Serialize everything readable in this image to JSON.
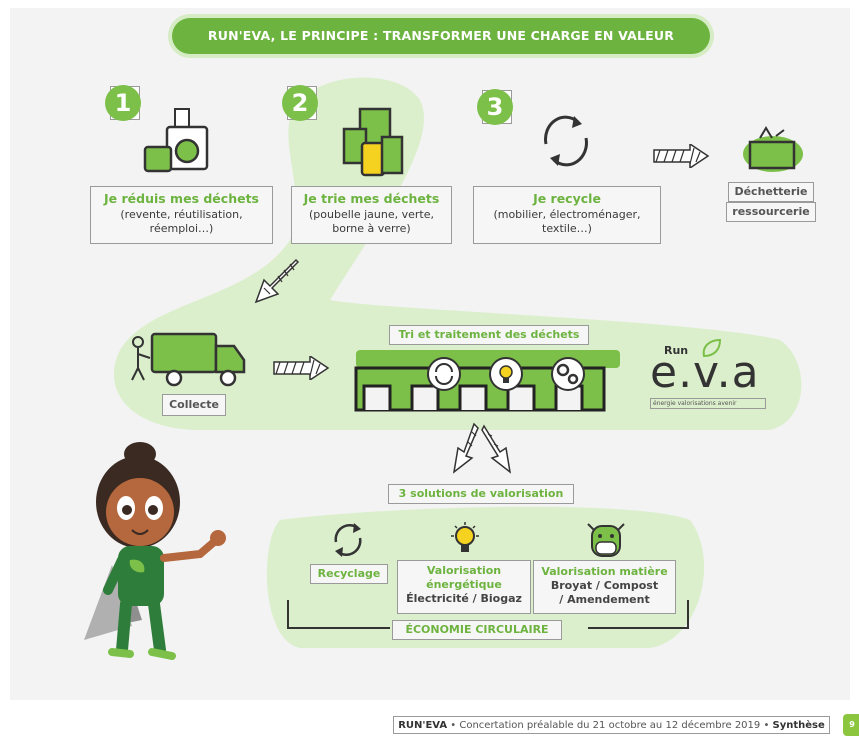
{
  "title": "RUN'EVA, LE PRINCIPE : TRANSFORMER UNE CHARGE EN VALEUR",
  "steps": [
    {
      "number": "1",
      "heading": "Je réduis mes déchets",
      "detail_1": "(revente, réutilisation,",
      "detail_2": "réemploi…)"
    },
    {
      "number": "2",
      "heading": "Je trie mes déchets",
      "detail_1": "(poubelle jaune, verte,",
      "detail_2": "borne à verre)"
    },
    {
      "number": "3",
      "heading": "Je recycle",
      "detail_1": "(mobilier, électroménager,",
      "detail_2": "textile…)"
    }
  ],
  "dechetterie": {
    "line1": "Déchetterie",
    "line2": "ressourcerie"
  },
  "collecte": "Collecte",
  "tri": "Tri et traitement des déchets",
  "logo": {
    "run": "Run",
    "eva": "e.v.a",
    "tagline": "énergie valorisations avenir"
  },
  "solutions_title": "3 solutions de valorisation",
  "solutions": [
    {
      "heading": "Recyclage"
    },
    {
      "heading_1": "Valorisation",
      "heading_2": "énergétique",
      "detail": "Électricité / Biogaz"
    },
    {
      "heading": "Valorisation matière",
      "detail_1": "Broyat / Compost",
      "detail_2": "/ Amendement"
    }
  ],
  "economie": "ÉCONOMIE CIRCULAIRE",
  "footer": {
    "brand": "RUN'EVA",
    "middle": " • Concertation préalable du 21 octobre au 12 décembre 2019 • ",
    "end": "Synthèse",
    "page": "9"
  },
  "colors": {
    "accent": "#6db33f",
    "light_green": "#d6ecc4",
    "panel": "#f3f3f3",
    "dark": "#333333"
  }
}
